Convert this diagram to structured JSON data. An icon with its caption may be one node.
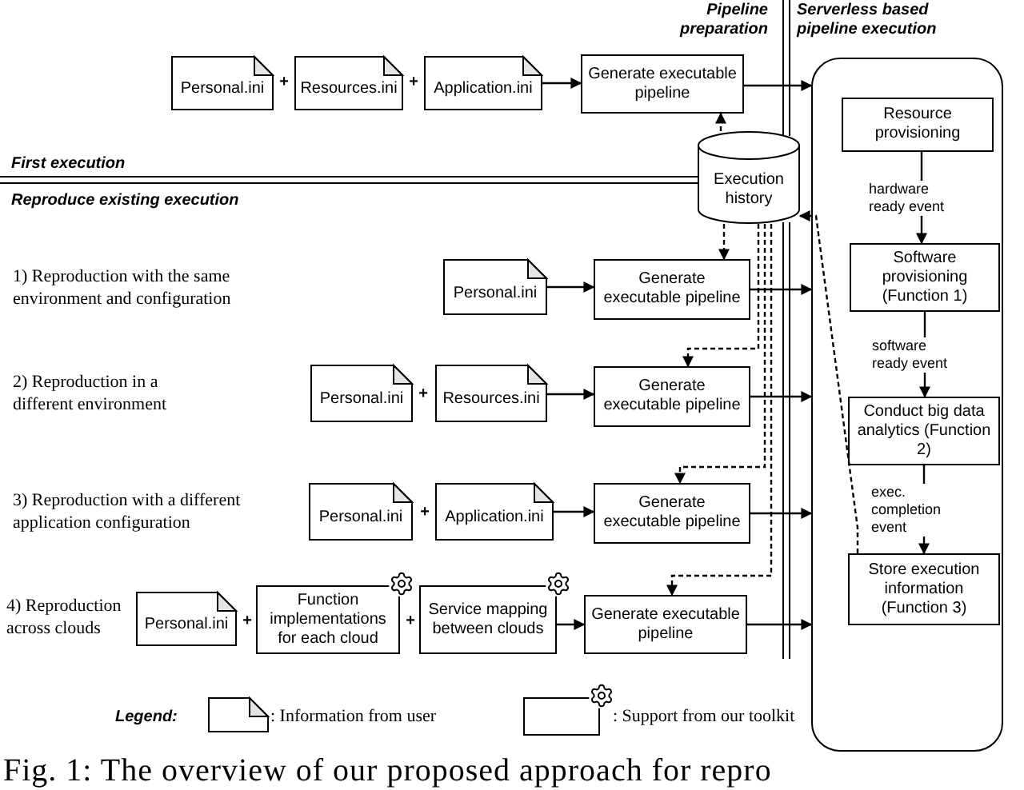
{
  "diagram": {
    "caption": "Fig. 1: The overview of our proposed approach for repro",
    "nodes": [
      {
        "text": [
          "Personal.ini"
        ]
      },
      {
        "text": [
          "Resources.ini"
        ]
      },
      {
        "text": [
          "Application.ini"
        ]
      },
      {
        "text": [
          "Generate executable pipeline"
        ]
      },
      {
        "text": [
          "Execution history"
        ]
      },
      {
        "text": [],
        "shape": "box"
      },
      {
        "text": [
          "Resource provisioning"
        ],
        "in": 5
      },
      {
        "text": [
          "Software provisioning (Function 1)"
        ],
        "in": 5
      },
      {
        "text": [
          "Conduct big data analytics (Function 2)"
        ],
        "in": 5
      },
      {
        "text": [
          "Store execution information (Function 3)"
        ],
        "in": 5
      },
      {
        "text": [
          "Personal.ini"
        ]
      },
      {
        "text": [
          "Generate executable pipeline"
        ]
      },
      {
        "text": [
          "Personal.ini"
        ]
      },
      {
        "text": [
          "Resources.ini"
        ]
      },
      {
        "text": [
          "Generate executable pipeline"
        ]
      },
      {
        "text": [
          "Personal.ini"
        ]
      },
      {
        "text": [
          "Application.ini"
        ]
      },
      {
        "text": [
          "Generate executable pipeline"
        ]
      },
      {
        "text": [
          "Personal.ini"
        ]
      },
      {
        "text": [
          "Function implementations for each cloud"
        ]
      },
      {
        "text": [
          "Service mapping between clouds"
        ]
      },
      {
        "text": [
          "Generate executable pipeline"
        ]
      }
    ],
    "edges": [
      {
        "from": 2,
        "to": 3,
        "arrow": "to"
      },
      {
        "from": 3,
        "to": 5,
        "arrow": "to"
      },
      {
        "from": 4,
        "to": 3,
        "arrow": "to",
        "style": "dashed"
      },
      {
        "from": 6,
        "to": 7,
        "arrow": "to",
        "label": "hardware ready event"
      },
      {
        "from": 7,
        "to": 8,
        "arrow": "to",
        "label": "software ready event"
      },
      {
        "from": 8,
        "to": 9,
        "arrow": "to",
        "label": "exec. completion event"
      },
      {
        "from": 10,
        "to": 11,
        "arrow": "to"
      },
      {
        "from": 11,
        "to": 5,
        "arrow": "to"
      },
      {
        "from": 4,
        "to": 11,
        "arrow": "to",
        "style": "dashed"
      },
      {
        "from": 13,
        "to": 14,
        "arrow": "to"
      },
      {
        "from": 14,
        "to": 5,
        "arrow": "to"
      },
      {
        "from": 4,
        "to": 14,
        "arrow": "to",
        "style": "dashed"
      },
      {
        "from": 16,
        "to": 17,
        "arrow": "to"
      },
      {
        "from": 17,
        "to": 5,
        "arrow": "to"
      },
      {
        "from": 4,
        "to": 17,
        "arrow": "to",
        "style": "dashed"
      },
      {
        "from": 20,
        "to": 21,
        "arrow": "to"
      },
      {
        "from": 21,
        "to": 5,
        "arrow": "to"
      },
      {
        "from": 4,
        "to": 21,
        "arrow": "to",
        "style": "dashed"
      },
      {
        "from": 9,
        "to": 4,
        "arrow": "to",
        "style": "dashed"
      }
    ],
    "labels": [
      "Pipeline preparation",
      "Serverless based pipeline execution",
      "+",
      "+",
      "First execution",
      "Reproduce existing execution",
      "1) Reproduction with the same environment and configuration",
      "2) Reproduction in a different environment",
      "+",
      "3) Reproduction with a different application configuration",
      "+",
      "4) Reproduction across clouds",
      "+",
      "+",
      "Legend:"
    ],
    "legend": [
      {
        "text": ": Information from user"
      },
      {
        "text": ": Support from our toolkit"
      }
    ]
  }
}
